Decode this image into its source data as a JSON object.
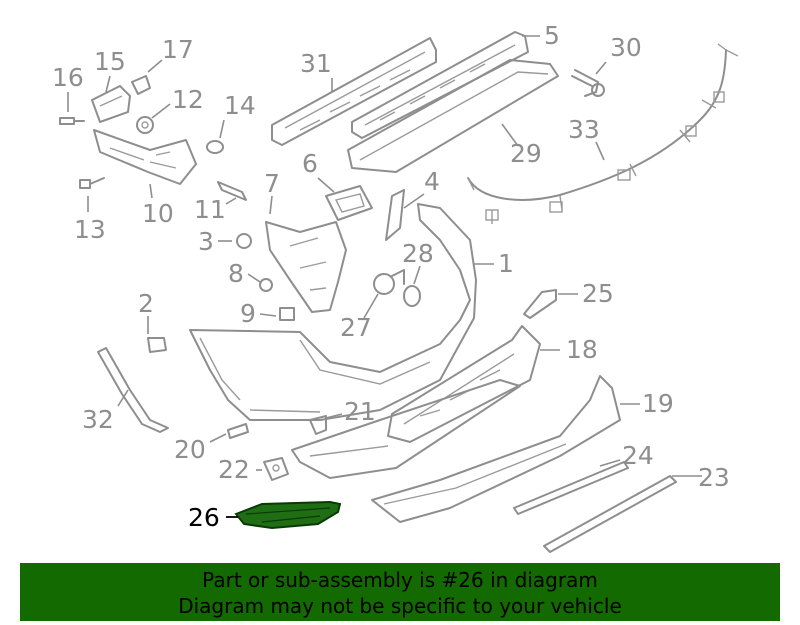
{
  "diagram": {
    "highlighted_part": "26",
    "callouts": [
      "1",
      "2",
      "3",
      "4",
      "5",
      "6",
      "7",
      "8",
      "9",
      "10",
      "11",
      "12",
      "13",
      "14",
      "15",
      "16",
      "17",
      "18",
      "19",
      "20",
      "21",
      "22",
      "23",
      "24",
      "25",
      "26",
      "27",
      "28",
      "29",
      "30",
      "31",
      "32",
      "33"
    ]
  },
  "banner": {
    "line1": "Part or sub-assembly is #26 in diagram",
    "line2": "Diagram may not be specific to your vehicle",
    "background": "#126a00"
  },
  "colors": {
    "highlight": "#1f6e14",
    "linework": "#8e8e8e"
  }
}
